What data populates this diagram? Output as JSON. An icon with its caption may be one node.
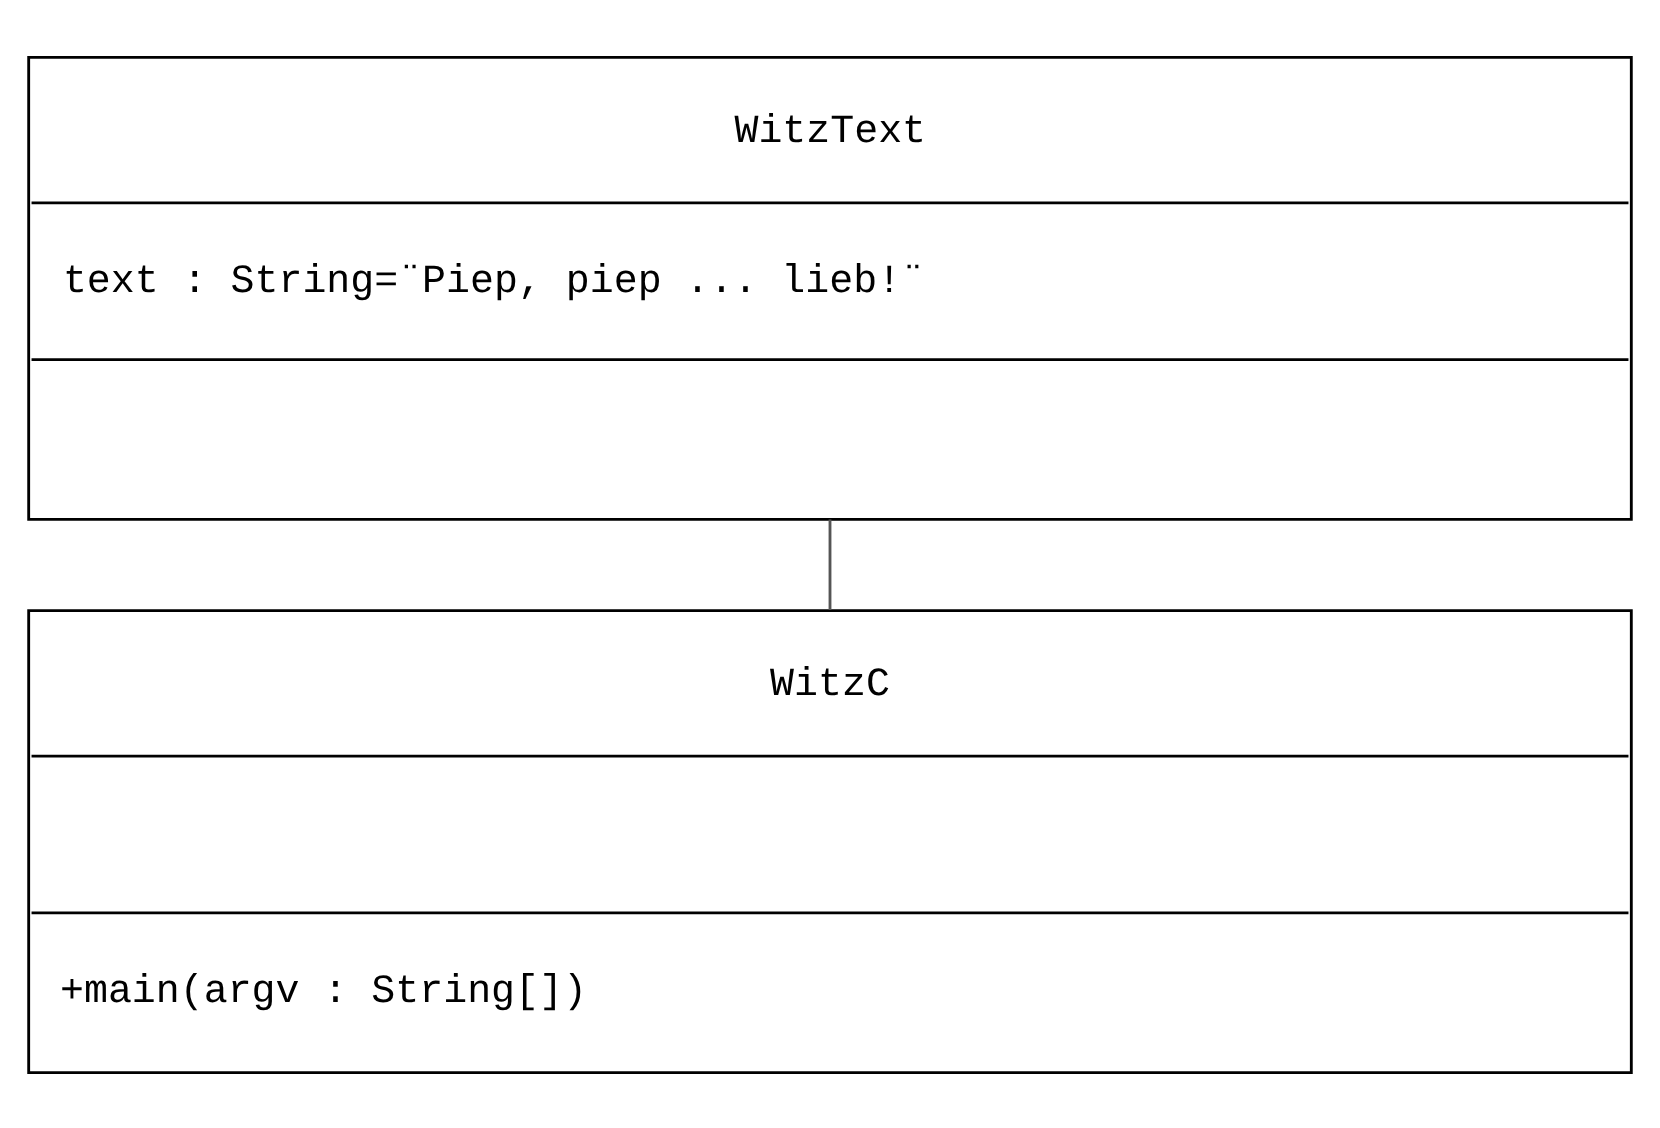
{
  "diagram": {
    "nodes": [
      {
        "text": [
          "WitzText",
          "text : String=¨Piep, piep ... lieb!¨"
        ]
      },
      {
        "text": [
          "WitzC",
          "+main(argv : String[])"
        ]
      }
    ],
    "edges": [
      {
        "from": 0,
        "to": 1,
        "arrow": "none"
      }
    ]
  }
}
